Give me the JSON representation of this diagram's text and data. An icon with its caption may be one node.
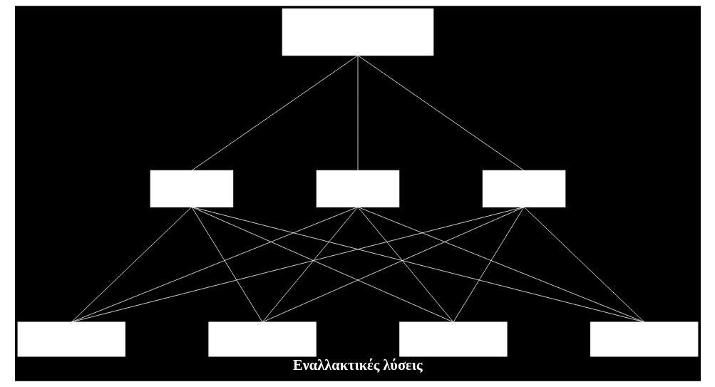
{
  "diagram": {
    "caption": "Εναλλακτικές λύσεις",
    "nodes": [
      {
        "text": [],
        "shape": "box"
      },
      {
        "text": [],
        "shape": "box"
      },
      {
        "text": [],
        "shape": "box"
      },
      {
        "text": [],
        "shape": "box"
      },
      {
        "text": [],
        "shape": "box"
      },
      {
        "text": [],
        "shape": "box"
      },
      {
        "text": [],
        "shape": "box"
      },
      {
        "text": [],
        "shape": "box"
      }
    ],
    "edges": [
      {
        "from": 0,
        "to": 1,
        "arrow": "none"
      },
      {
        "from": 0,
        "to": 2,
        "arrow": "none"
      },
      {
        "from": 0,
        "to": 3,
        "arrow": "none"
      },
      {
        "from": 1,
        "to": 4,
        "arrow": "none"
      },
      {
        "from": 1,
        "to": 5,
        "arrow": "none"
      },
      {
        "from": 1,
        "to": 6,
        "arrow": "none"
      },
      {
        "from": 1,
        "to": 7,
        "arrow": "none"
      },
      {
        "from": 2,
        "to": 4,
        "arrow": "none"
      },
      {
        "from": 2,
        "to": 5,
        "arrow": "none"
      },
      {
        "from": 2,
        "to": 6,
        "arrow": "none"
      },
      {
        "from": 2,
        "to": 7,
        "arrow": "none"
      },
      {
        "from": 3,
        "to": 4,
        "arrow": "none"
      },
      {
        "from": 3,
        "to": 5,
        "arrow": "none"
      },
      {
        "from": 3,
        "to": 6,
        "arrow": "none"
      },
      {
        "from": 3,
        "to": 7,
        "arrow": "none"
      }
    ]
  }
}
